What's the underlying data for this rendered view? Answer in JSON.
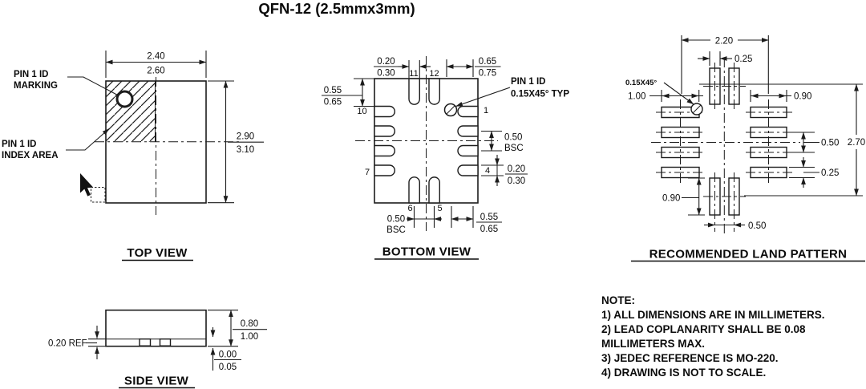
{
  "header": {
    "title": "QFN-12 (2.5mmx3mm)"
  },
  "top_view": {
    "title": "TOP VIEW",
    "pin1_marking_line1": "PIN 1 ID",
    "pin1_marking_line2": "MARKING",
    "pin1_index_line1": "PIN 1 ID",
    "pin1_index_line2": "INDEX AREA",
    "dim_width_num": "2.40",
    "dim_width_den": "2.60",
    "dim_height_num": "2.90",
    "dim_height_den": "3.10"
  },
  "bottom_view": {
    "title": "BOTTOM VIEW",
    "pin1_label_line1": "PIN 1 ID",
    "pin1_label_line2": "0.15X45° TYP",
    "dim_top_left_num": "0.20",
    "dim_top_left_den": "0.30",
    "dim_top_right_num": "0.65",
    "dim_top_right_den": "0.75",
    "dim_left_num": "0.55",
    "dim_left_den": "0.65",
    "dim_right_pitch": "0.50",
    "dim_right_pitch_unit": "BSC",
    "dim_right_lead_num": "0.20",
    "dim_right_lead_den": "0.30",
    "dim_bottom_pitch": "0.50",
    "dim_bottom_pitch_unit": "BSC",
    "dim_bottom_right_num": "0.55",
    "dim_bottom_right_den": "0.65",
    "pin_1": "1",
    "pin_4": "4",
    "pin_5": "5",
    "pin_6": "6",
    "pin_7": "7",
    "pin_10": "10",
    "pin_11": "11",
    "pin_12": "12"
  },
  "land_pattern": {
    "title": "RECOMMENDED LAND PATTERN",
    "chamfer_label": "0.15X45°",
    "dim_width": "2.20",
    "dim_pad_width_top": "0.25",
    "dim_pad_len_left": "1.00",
    "dim_pad_len_right": "0.90",
    "dim_pitch_right": "0.50",
    "dim_height": "2.70",
    "dim_pad_height_right": "0.25",
    "dim_pad_len_bottom": "0.90",
    "dim_pitch_bottom": "0.50"
  },
  "side_view": {
    "title": "SIDE VIEW",
    "dim_lead": "0.20 REF",
    "dim_height_num": "0.80",
    "dim_height_den": "1.00",
    "dim_standoff_num": "0.00",
    "dim_standoff_den": "0.05"
  },
  "notes": {
    "heading": "NOTE:",
    "lines": [
      "1) ALL DIMENSIONS ARE IN MILLIMETERS.",
      "2) LEAD COPLANARITY SHALL BE 0.08",
      "MILLIMETERS MAX.",
      "3) JEDEC REFERENCE IS MO-220.",
      "4) DRAWING IS NOT TO SCALE."
    ]
  },
  "colors": {
    "line": "#1c1c1c",
    "text": "#0b0b0b",
    "background": "#ffffff"
  }
}
